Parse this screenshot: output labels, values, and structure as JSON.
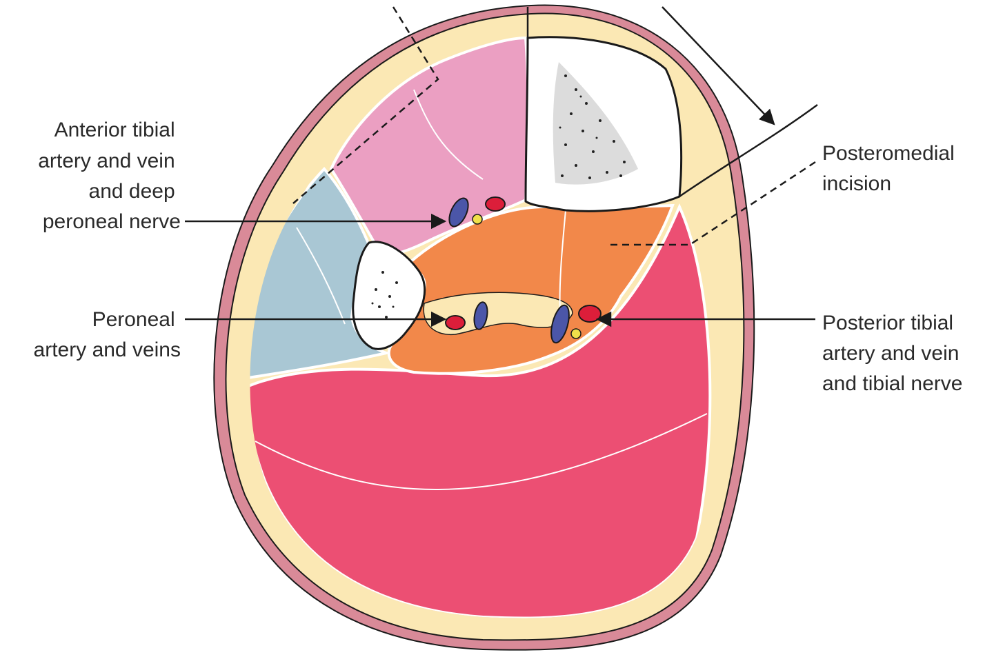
{
  "labels": {
    "anterior": [
      "Anterior tibial",
      "artery and vein",
      "and deep",
      "peroneal nerve"
    ],
    "peroneal": [
      "Peroneal",
      "artery and veins"
    ],
    "posteromedial": [
      "Posteromedial",
      "incision"
    ],
    "posterior": [
      "Posterior tibial",
      "artery and vein",
      "and tibial nerve"
    ]
  },
  "colors": {
    "skin": "#d98a98",
    "fat": "#fbe8b4",
    "anterior_muscle": "#eb9fc2",
    "lateral_muscle": "#a9c7d4",
    "deep_posterior_muscle": "#f2884a",
    "superficial_posterior_muscle": "#ec4f73",
    "bone": "#ffffff",
    "artery": "#dc1e3a",
    "vein": "#4b56a8",
    "nerve": "#f0e04a",
    "outline": "#1a1a1a"
  }
}
